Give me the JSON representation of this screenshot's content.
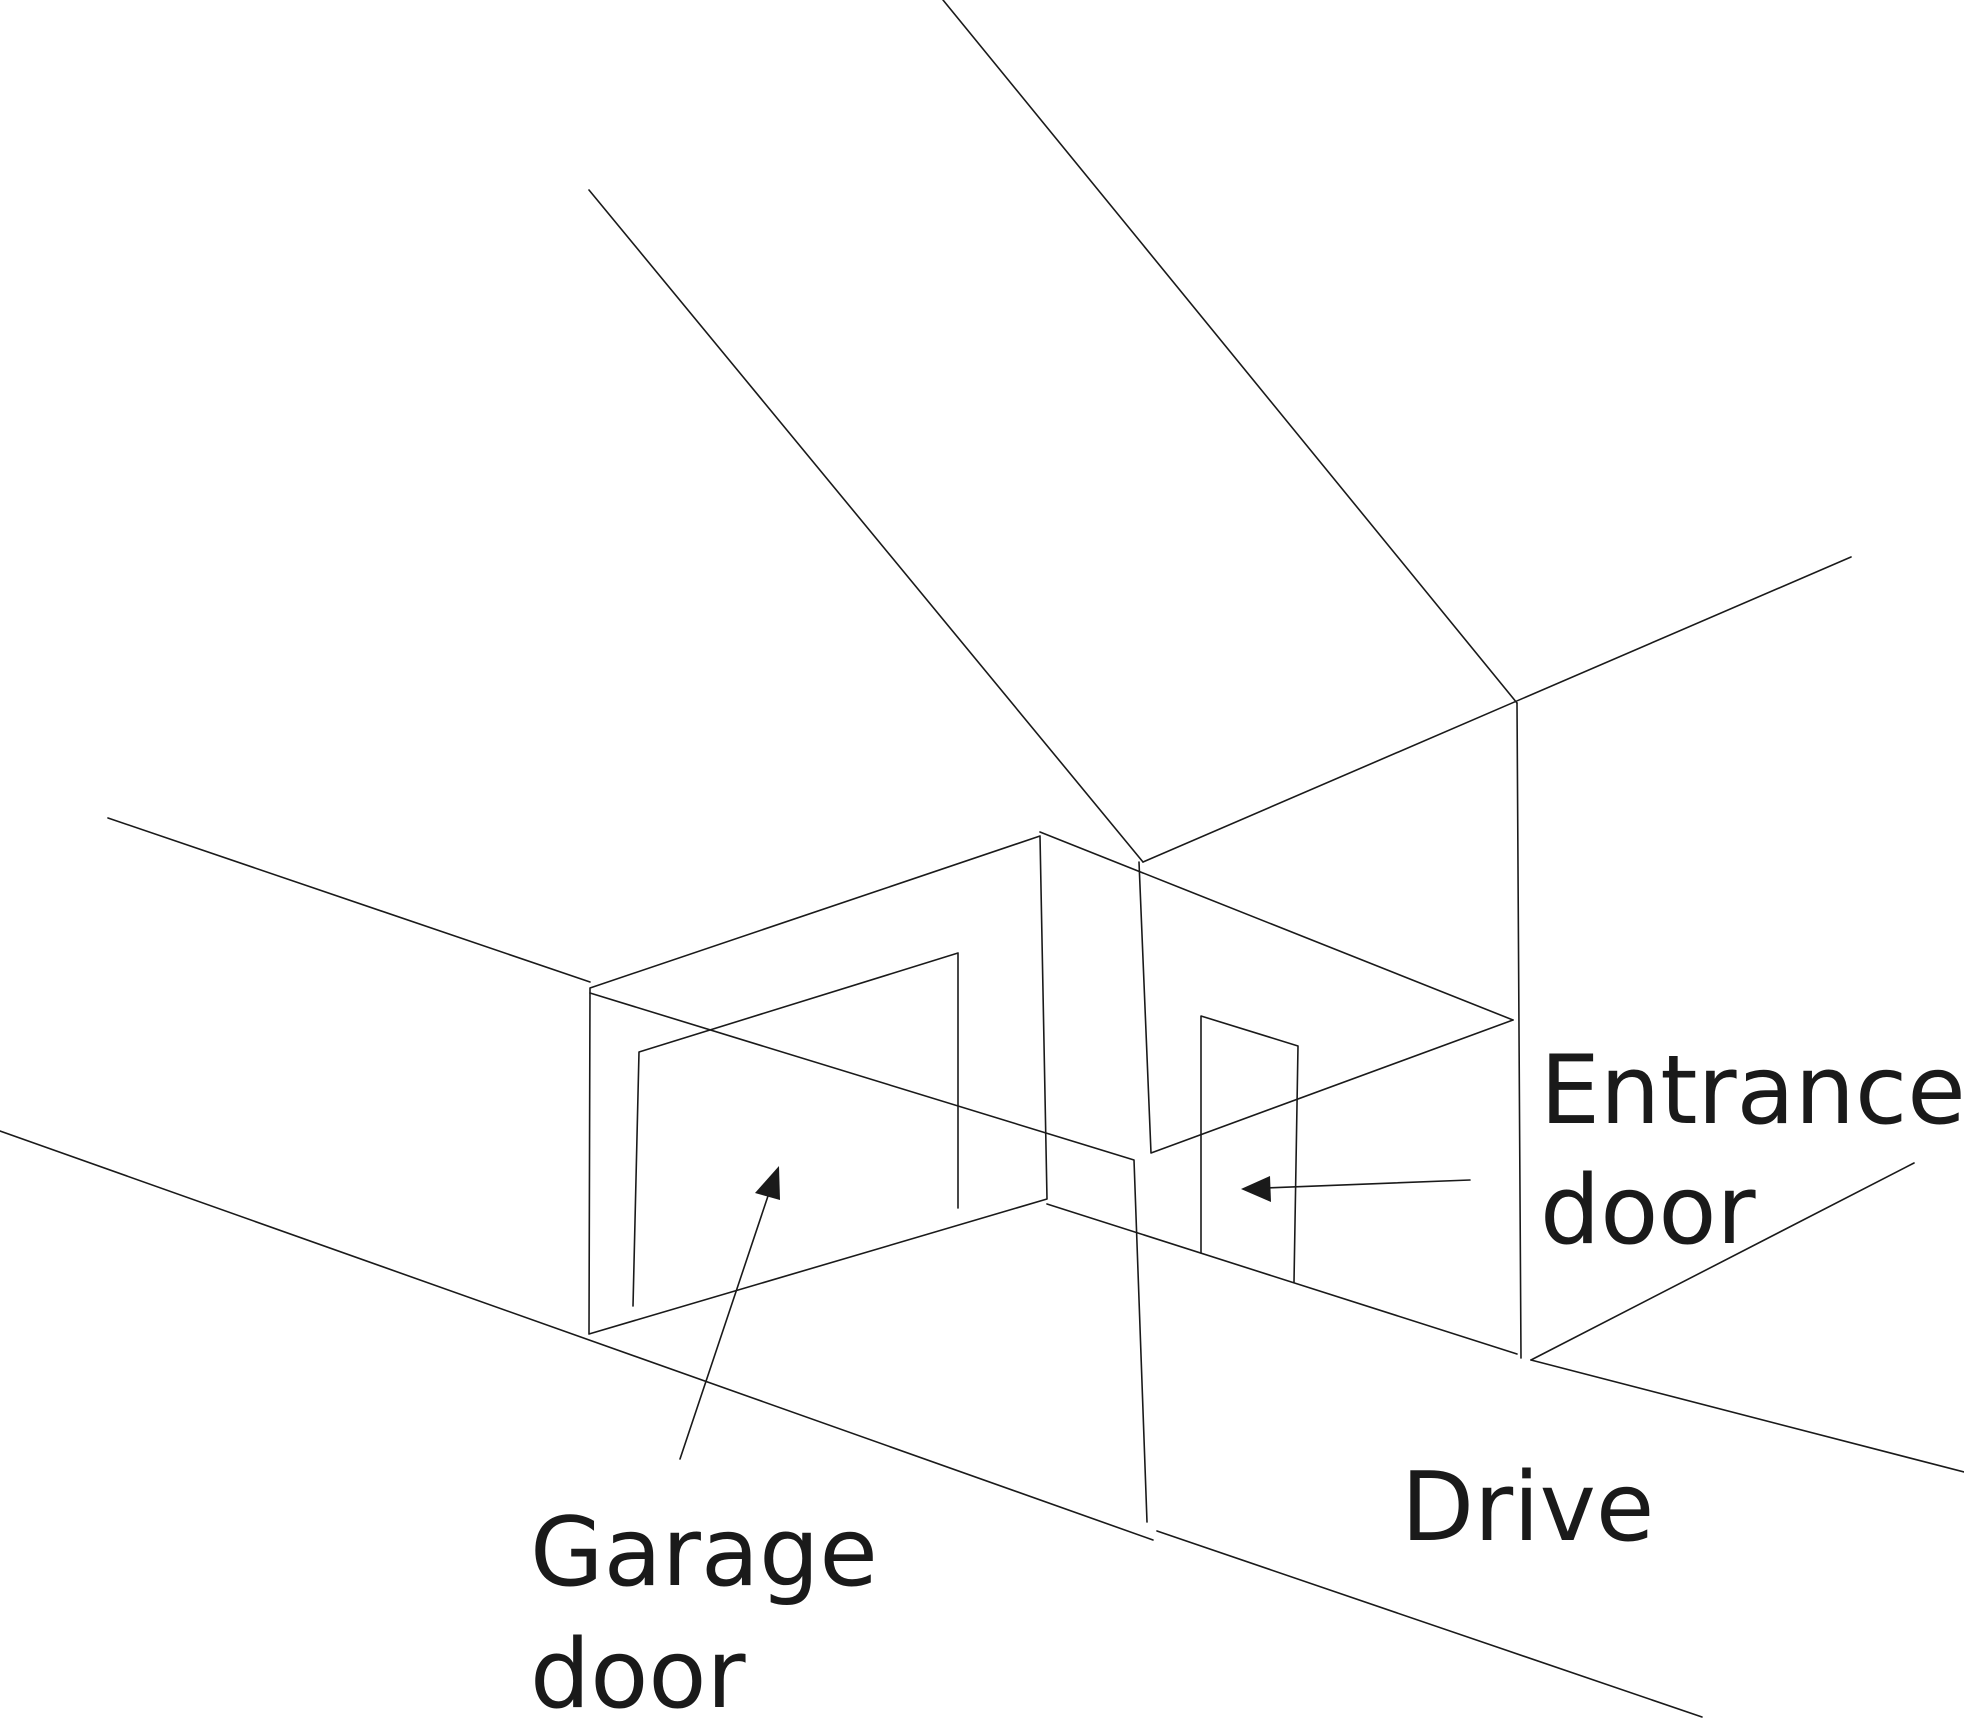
{
  "labels": {
    "entrance_door": [
      "Entrance",
      "door"
    ],
    "garage_door": [
      "Garage",
      "door"
    ],
    "drive": "Drive"
  }
}
